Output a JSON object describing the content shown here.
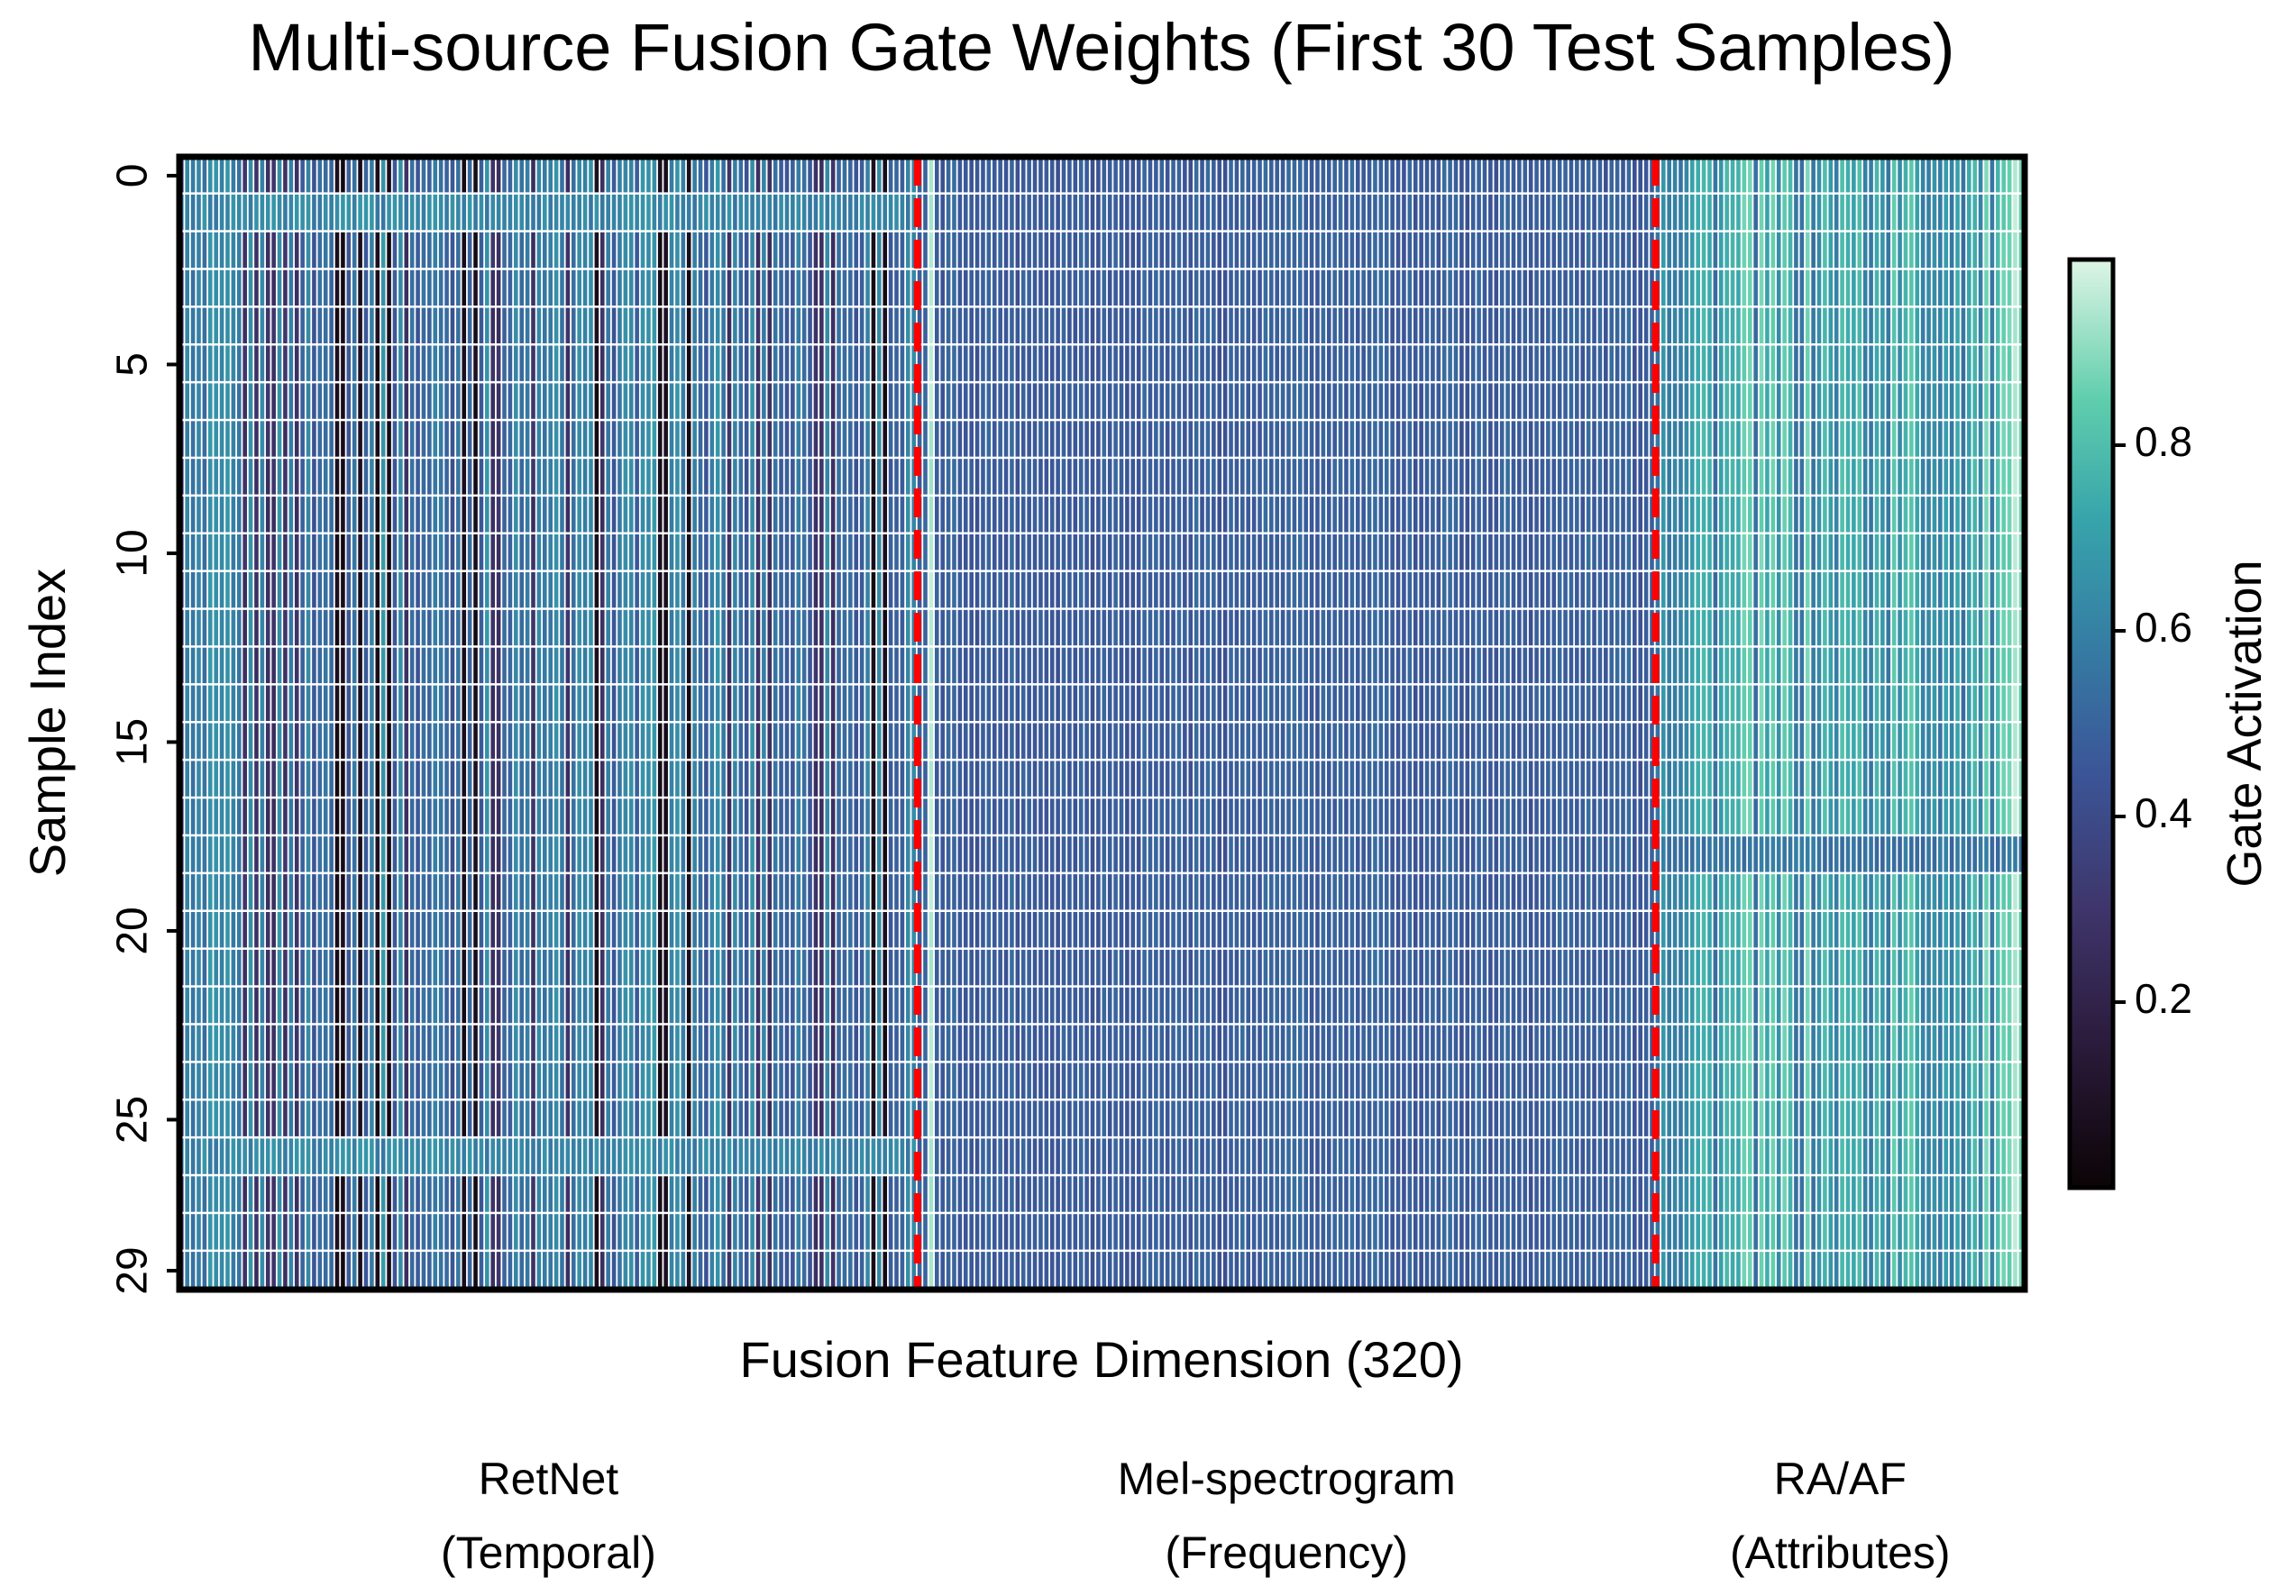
{
  "chart_data": {
    "type": "heatmap",
    "title": "Multi-source Fusion Gate Weights (First 30 Test Samples)",
    "xlabel": "Fusion Feature Dimension (320)",
    "ylabel": "Sample Index",
    "n_rows": 30,
    "n_cols": 320,
    "y_ticks": [
      0,
      5,
      10,
      15,
      20,
      25,
      29
    ],
    "x_ticks": [],
    "grid": true,
    "grid_color": "#ffffff",
    "colormap": "mako",
    "colorbar": {
      "label": "Gate Activation",
      "range": [
        0.0,
        1.0
      ],
      "ticks": [
        0.2,
        0.4,
        0.6,
        0.8
      ],
      "tick_labels": [
        "0.2",
        "0.4",
        "0.6",
        "0.8"
      ]
    },
    "separators": {
      "style": "dashed",
      "color": "#ff0000",
      "at_columns": [
        128,
        256
      ]
    },
    "groups": [
      {
        "name": "RetNet",
        "subtitle": "(Temporal)",
        "col_start": 0,
        "col_end": 128,
        "typical_value": 0.45
      },
      {
        "name": "Mel-spectrogram",
        "subtitle": "(Frequency)",
        "col_start": 128,
        "col_end": 256,
        "typical_value": 0.52
      },
      {
        "name": "RA/AF",
        "subtitle": "(Attributes)",
        "col_start": 256,
        "col_end": 320,
        "typical_value": 0.72
      }
    ],
    "row_notes": [
      {
        "row": 1,
        "RetNet": "elevated ~0.6"
      },
      {
        "row": 26,
        "RetNet": "elevated ~0.65"
      },
      {
        "row": 18,
        "RA/AF": "lower ~0.55"
      }
    ]
  }
}
